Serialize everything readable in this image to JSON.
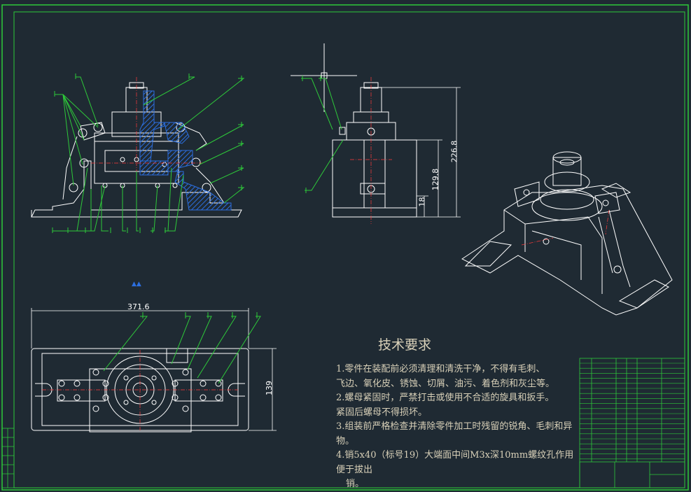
{
  "drawing": {
    "tech_title": "技术要求",
    "requirements": [
      "1.零件在装配前必须清理和清洗干净，不得有毛刺、",
      "飞边、氧化皮、锈蚀、切屑、油污、着色剂和灰尘等。",
      "2.螺母紧固时，严禁打击或使用不合适的旋具和扳手。",
      "紧固后螺母不得损坏。",
      "3.组装前严格检查并清除零件加工时残留的锐角、毛刺和异物。",
      "4.销5x40（标号19）大端面中间M3x深10mm螺纹孔作用便于拔出",
      "销。"
    ],
    "dimensions": {
      "width_top": "371.6",
      "height_total": "226.8",
      "height_mid": "129.8",
      "height_low": "18",
      "side_width": "139"
    }
  },
  "colors": {
    "background": "#1f2a33",
    "border": "#2ec93a",
    "line": "#ffffff",
    "leader": "#2ec93a",
    "hatch": "#2c6fe0",
    "center": "#ff3b3b",
    "text": "#d8d0b8"
  }
}
